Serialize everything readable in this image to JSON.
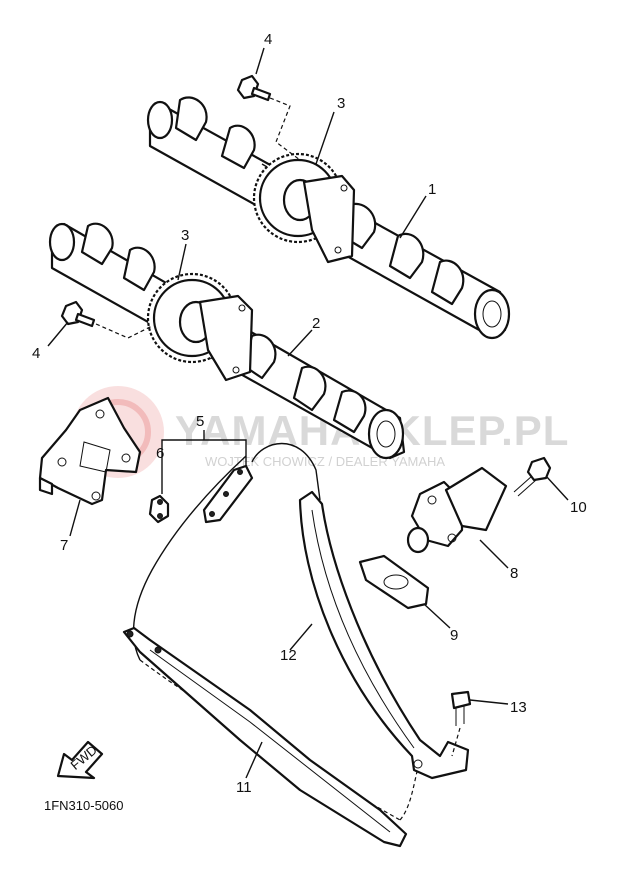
{
  "watermark": {
    "title": "YAMAHASKLEP.PL",
    "subtitle": "WOJTEK CHOWICZ / DEALER YAMAHA"
  },
  "diagram_code": "1FN310-5060",
  "fwd_label": "FWD",
  "callouts": {
    "c1": "1",
    "c2": "2",
    "c3a": "3",
    "c3b": "3",
    "c4a": "4",
    "c4b": "4",
    "c5": "5",
    "c6": "6",
    "c7": "7",
    "c8": "8",
    "c9": "9",
    "c10": "10",
    "c11": "11",
    "c12": "12",
    "c13": "13"
  }
}
